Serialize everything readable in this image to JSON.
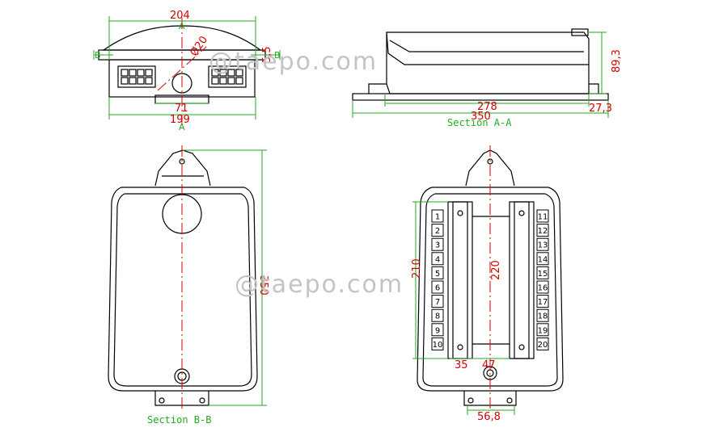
{
  "watermark": "@taepo.com",
  "top_view": {
    "dim_width_top": "204",
    "dim_width_bottom": "199",
    "dim_inner": "71",
    "dim_diameter": "Ø20",
    "dim_side": "5,5",
    "section_marker_letter": "B",
    "section_marker_letter_a": "A"
  },
  "side_view": {
    "dim_length_inner": "278",
    "dim_length_total": "350",
    "dim_flange": "27,3",
    "dim_height": "89,3",
    "caption": "Section A-A"
  },
  "front_view": {
    "dim_height": "350",
    "caption": "Section B-B"
  },
  "inner_view": {
    "dim_left_rail": "210",
    "dim_right_rail": "220",
    "dim_gap_left": "35",
    "dim_gap_right": "47",
    "dim_bottom": "56,8",
    "ports_left": [
      "1",
      "2",
      "3",
      "4",
      "5",
      "6",
      "7",
      "8",
      "9",
      "10"
    ],
    "ports_right": [
      "11",
      "12",
      "13",
      "14",
      "15",
      "16",
      "17",
      "18",
      "19",
      "20"
    ]
  }
}
